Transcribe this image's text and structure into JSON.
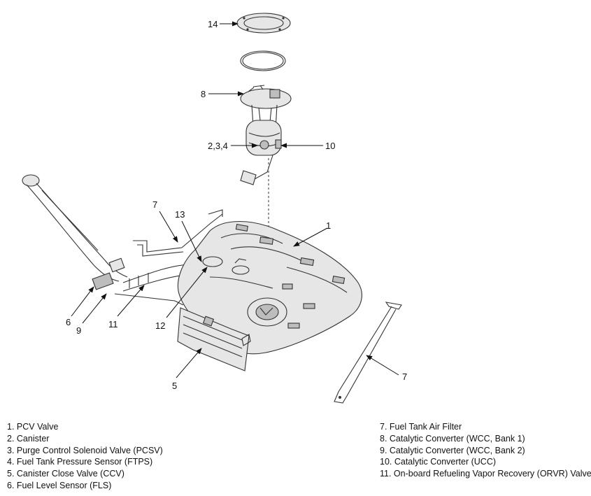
{
  "callouts": {
    "c14": "14",
    "c8": "8",
    "c234": "2,3,4",
    "c10": "10",
    "c7a": "7",
    "c13": "13",
    "c1": "1",
    "c6": "6",
    "c9": "9",
    "c11": "11",
    "c12": "12",
    "c5": "5",
    "c7b": "7"
  },
  "legend": {
    "left": [
      "1. PCV Valve",
      "2. Canister",
      "3. Purge Control Solenoid Valve (PCSV)",
      "4. Fuel Tank Pressure Sensor (FTPS)",
      "5. Canister Close Valve (CCV)",
      "6. Fuel Level Sensor (FLS)"
    ],
    "right": [
      "7. Fuel Tank Air Filter",
      "8. Catalytic Converter (WCC, Bank 1)",
      "9. Catalytic Converter (WCC, Bank 2)",
      "10. Catalytic Converter (UCC)",
      "11. On-board Refueling Vapor Recovery (ORVR) Valve"
    ]
  }
}
